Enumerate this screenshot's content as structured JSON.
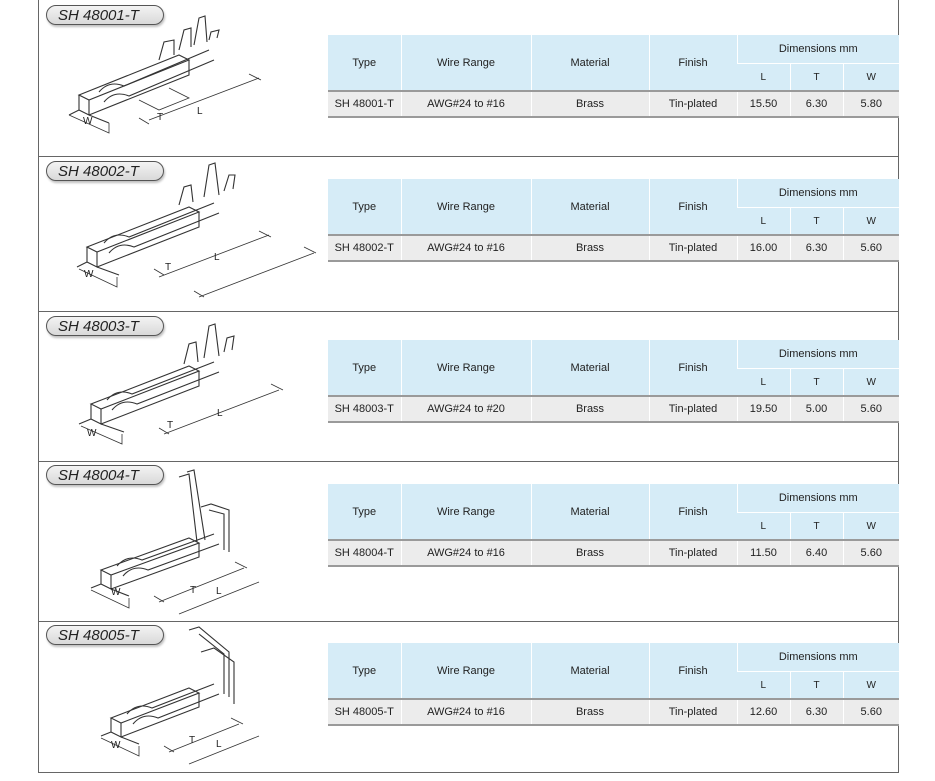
{
  "columns": {
    "type": "Type",
    "wire_range": "Wire Range",
    "material": "Material",
    "finish": "Finish",
    "dimensions": "Dimensions mm",
    "l": "L",
    "t": "T",
    "w": "W"
  },
  "drawing_labels": {
    "w": "W",
    "t": "T",
    "l": "L"
  },
  "products": [
    {
      "tag": "SH 48001-T",
      "type": "SH 48001-T",
      "wire_range": "AWG#24 to #16",
      "material": "Brass",
      "finish": "Tin-plated",
      "l": "15.50",
      "t": "6.30",
      "w": "5.80"
    },
    {
      "tag": "SH 48002-T",
      "type": "SH 48002-T",
      "wire_range": "AWG#24 to #16",
      "material": "Brass",
      "finish": "Tin-plated",
      "l": "16.00",
      "t": "6.30",
      "w": "5.60"
    },
    {
      "tag": "SH 48003-T",
      "type": "SH 48003-T",
      "wire_range": "AWG#24 to #20",
      "material": "Brass",
      "finish": "Tin-plated",
      "l": "19.50",
      "t": "5.00",
      "w": "5.60"
    },
    {
      "tag": "SH 48004-T",
      "type": "SH 48004-T",
      "wire_range": "AWG#24 to #16",
      "material": "Brass",
      "finish": "Tin-plated",
      "l": "11.50",
      "t": "6.40",
      "w": "5.60"
    },
    {
      "tag": "SH 48005-T",
      "type": "SH 48005-T",
      "wire_range": "AWG#24 to #16",
      "material": "Brass",
      "finish": "Tin-plated",
      "l": "12.60",
      "t": "6.30",
      "w": "5.60"
    }
  ],
  "colors": {
    "header_bg": "#d6ecf7",
    "row_bg": "#ececec",
    "border": "#666666"
  }
}
